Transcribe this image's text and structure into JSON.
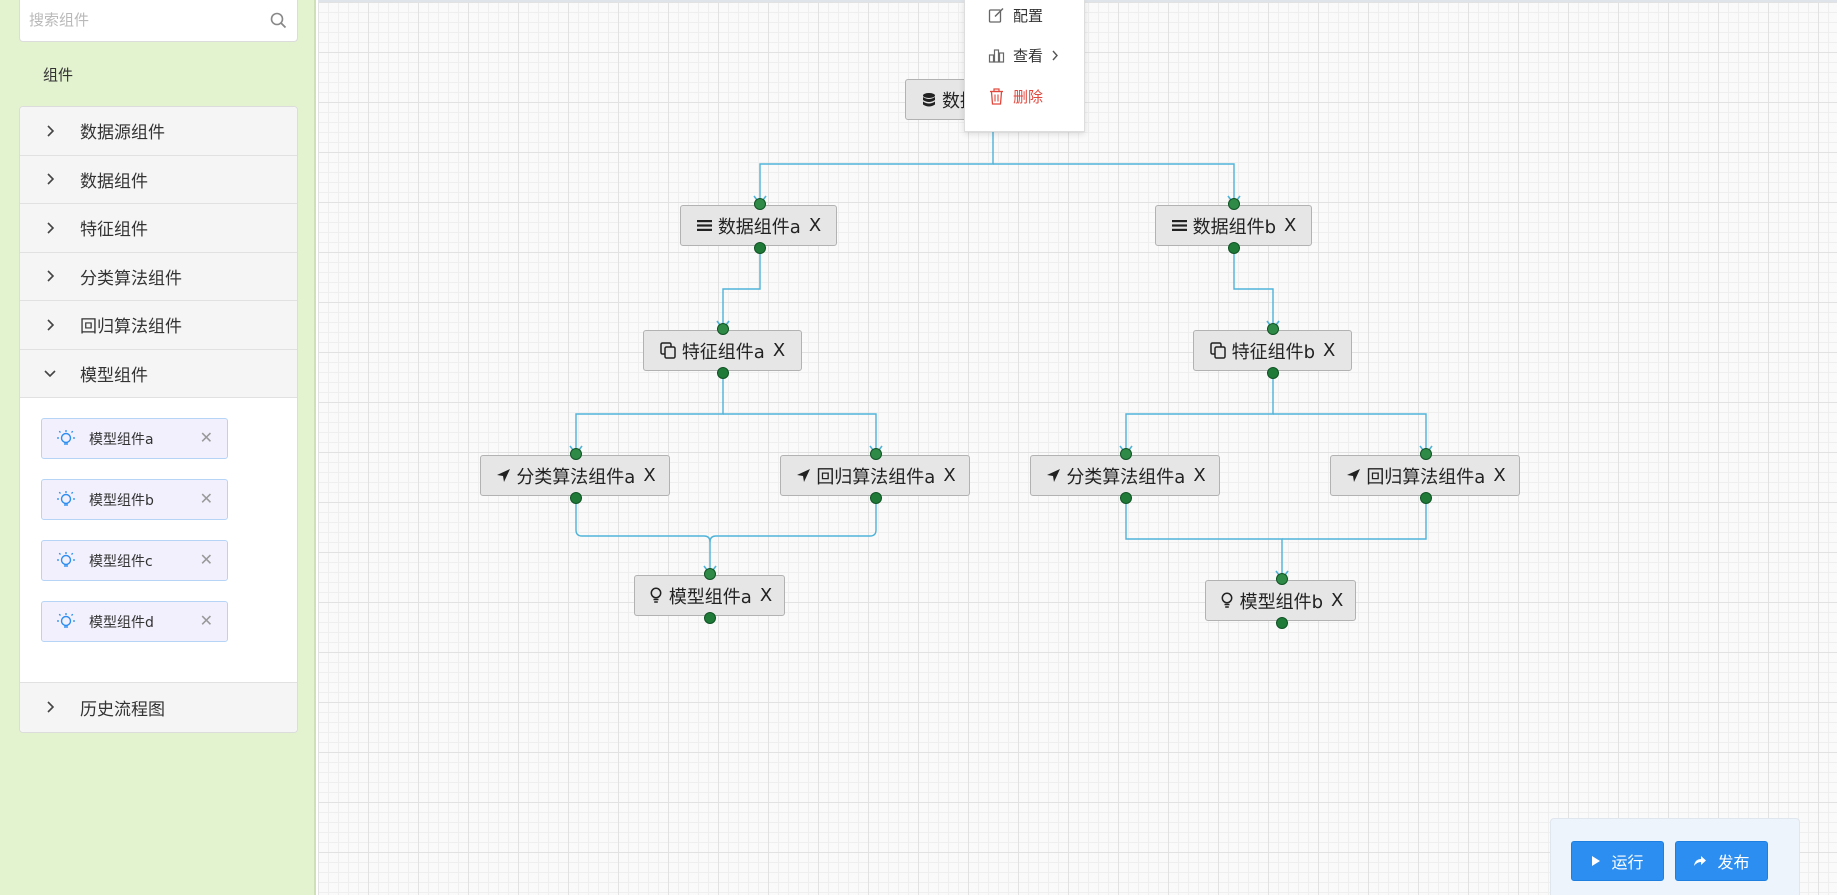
{
  "sidebar": {
    "search": {
      "placeholder": "搜索组件",
      "value": ""
    },
    "heading": "组件",
    "sections": [
      {
        "label": "数据源组件",
        "expanded": false
      },
      {
        "label": "数据组件",
        "expanded": false
      },
      {
        "label": "特征组件",
        "expanded": false
      },
      {
        "label": "分类算法组件",
        "expanded": false
      },
      {
        "label": "回归算法组件",
        "expanded": false
      },
      {
        "label": "模型组件",
        "expanded": true
      }
    ],
    "model_items": [
      {
        "label": "模型组件a",
        "close": "✕"
      },
      {
        "label": "模型组件b",
        "close": "✕"
      },
      {
        "label": "模型组件c",
        "close": "✕"
      },
      {
        "label": "模型组件d",
        "close": "✕"
      }
    ],
    "history": {
      "label": "历史流程图"
    }
  },
  "context_menu": {
    "items": [
      {
        "label": "配置",
        "icon": "edit-icon"
      },
      {
        "label": "查看",
        "icon": "chart-icon",
        "submenu": true
      },
      {
        "label": "删除",
        "icon": "trash-icon",
        "danger": true
      }
    ]
  },
  "flow": {
    "nodes": [
      {
        "id": "source",
        "label": "数据",
        "icon": "database-icon"
      },
      {
        "id": "data-a",
        "label": "数据组件a",
        "icon": "list-icon"
      },
      {
        "id": "data-b",
        "label": "数据组件b",
        "icon": "list-icon"
      },
      {
        "id": "feat-a",
        "label": "特征组件a",
        "icon": "copy-icon"
      },
      {
        "id": "feat-b",
        "label": "特征组件b",
        "icon": "copy-icon"
      },
      {
        "id": "cls-a",
        "label": "分类算法组件a",
        "icon": "arrow-icon"
      },
      {
        "id": "reg-a",
        "label": "回归算法组件a",
        "icon": "arrow-icon"
      },
      {
        "id": "cls-a2",
        "label": "分类算法组件a",
        "icon": "arrow-icon"
      },
      {
        "id": "reg-a2",
        "label": "回归算法组件a",
        "icon": "arrow-icon"
      },
      {
        "id": "model-a",
        "label": "模型组件a",
        "icon": "bulb-icon"
      },
      {
        "id": "model-b",
        "label": "模型组件b",
        "icon": "bulb-icon"
      }
    ],
    "close_label": "X",
    "colors": {
      "edge": "#4fb3d9",
      "port": "#1f7a38"
    }
  },
  "actions": {
    "run_label": "运行",
    "publish_label": "发布",
    "accent": "#2c8ef0"
  }
}
